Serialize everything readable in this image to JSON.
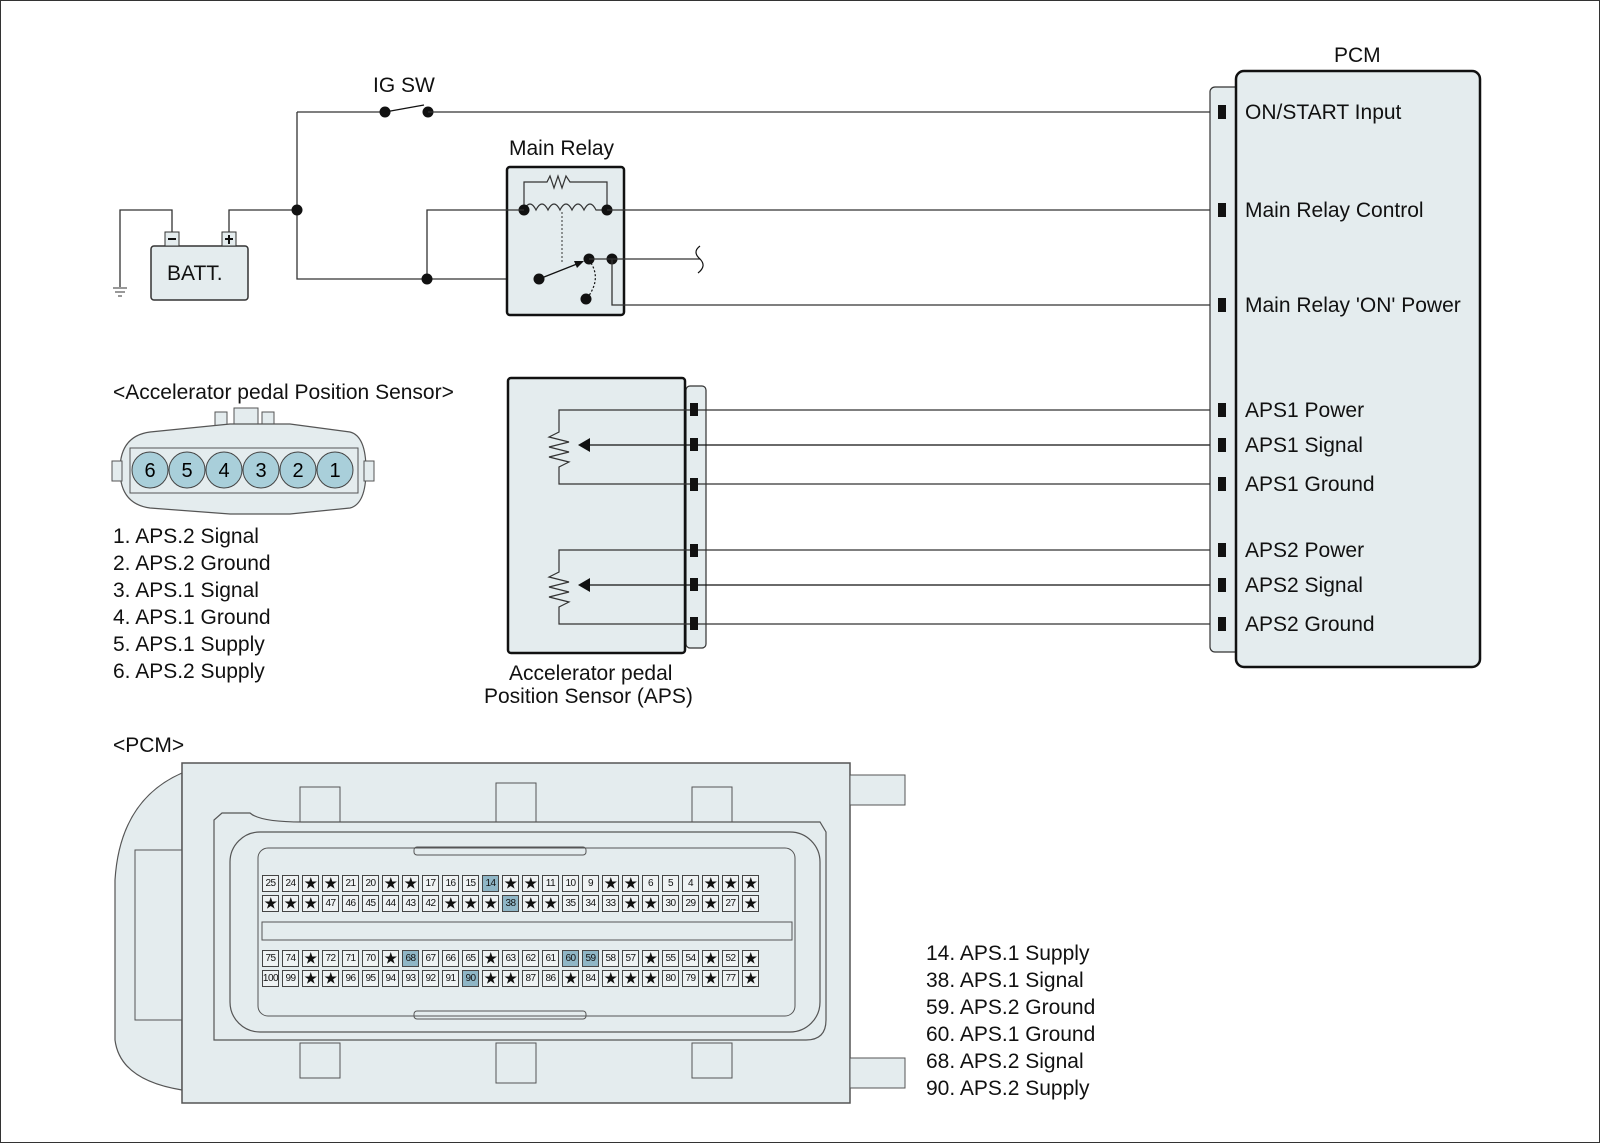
{
  "colors": {
    "component_fill": "#e4ecee",
    "pin_highlight": "#8fb6c6",
    "line": "#111111",
    "apc_pin_fill": "#a9cfda"
  },
  "circuit": {
    "ig_sw_label": "IG SW",
    "main_relay_label": "Main Relay",
    "battery_label": "BATT.",
    "battery_neg": "-",
    "battery_pos": "+",
    "pcm_title": "PCM",
    "pcm_terminals": [
      "ON/START Input",
      "Main Relay Control",
      "Main Relay 'ON' Power",
      "APS1 Power",
      "APS1 Signal",
      "APS1 Ground",
      "APS2 Power",
      "APS2 Signal",
      "APS2 Ground"
    ],
    "aps_caption_line1": "Accelerator pedal",
    "aps_caption_line2": "Position Sensor (APS)"
  },
  "aps_connector": {
    "title": "<Accelerator pedal Position Sensor>",
    "pins": [
      "6",
      "5",
      "4",
      "3",
      "2",
      "1"
    ],
    "legend": [
      "1. APS.2 Signal",
      "2. APS.2 Ground",
      "3. APS.1 Signal",
      "4. APS.1 Ground",
      "5. APS.1 Supply",
      "6. APS.2 Supply"
    ]
  },
  "pcm_connector": {
    "title": "<PCM>",
    "rows": [
      [
        "25",
        "24",
        "★",
        "★",
        "21",
        "20",
        "★",
        "★",
        "17",
        "16",
        "15",
        "14",
        "★",
        "★",
        "11",
        "10",
        "9",
        "★",
        "★",
        "6",
        "5",
        "4",
        "★",
        "★",
        "★"
      ],
      [
        "★",
        "★",
        "★",
        "47",
        "46",
        "45",
        "44",
        "43",
        "42",
        "★",
        "★",
        "★",
        "38",
        "★",
        "★",
        "35",
        "34",
        "33",
        "★",
        "★",
        "30",
        "29",
        "★",
        "27",
        "★"
      ],
      [
        "75",
        "74",
        "★",
        "72",
        "71",
        "70",
        "★",
        "68",
        "67",
        "66",
        "65",
        "★",
        "63",
        "62",
        "61",
        "60",
        "59",
        "58",
        "57",
        "★",
        "55",
        "54",
        "★",
        "52",
        "★"
      ],
      [
        "100",
        "99",
        "★",
        "★",
        "96",
        "95",
        "94",
        "93",
        "92",
        "91",
        "90",
        "★",
        "★",
        "87",
        "86",
        "★",
        "84",
        "★",
        "★",
        "★",
        "80",
        "79",
        "★",
        "77",
        "★"
      ]
    ],
    "highlighted": [
      "14",
      "38",
      "59",
      "60",
      "68",
      "90"
    ],
    "legend": [
      "14. APS.1 Supply",
      "38. APS.1 Signal",
      "59. APS.2 Ground",
      "60. APS.1 Ground",
      "68. APS.2 Signal",
      "90. APS.2 Supply"
    ]
  }
}
